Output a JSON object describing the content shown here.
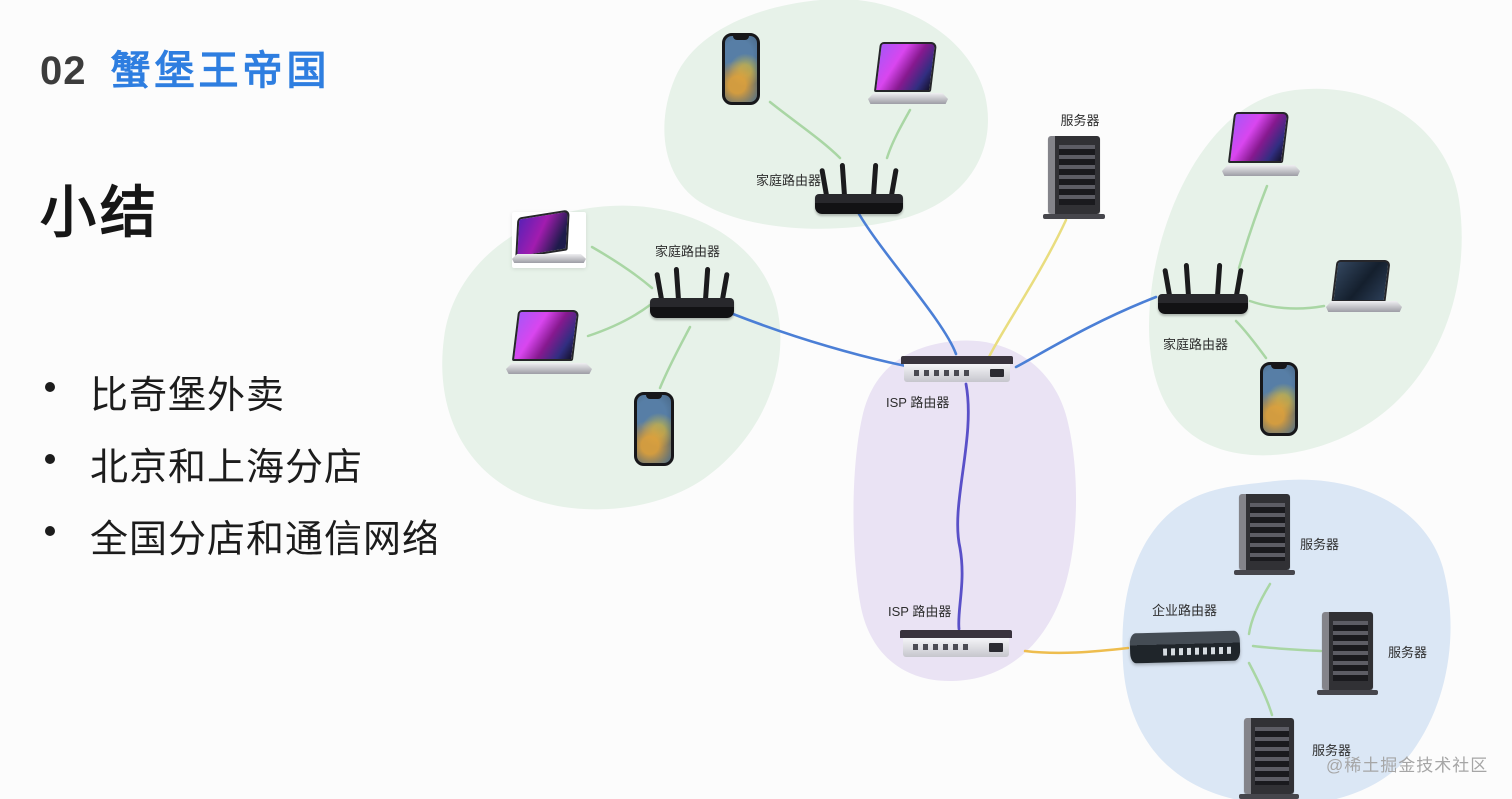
{
  "slide": {
    "section_number": "02",
    "section_title": "蟹堡王帝国",
    "heading": "小结",
    "bullets": [
      "比奇堡外卖",
      "北京和上海分店",
      "全国分店和通信网络"
    ]
  },
  "watermark": "@稀土掘金技术社区",
  "colors": {
    "accent_blue": "#2e7ee0",
    "blob_home_lan": "#e7f2e9",
    "blob_isp": "#eae3f4",
    "blob_enterprise": "#dbe7f5",
    "line_lan_green": "#a9d6a4",
    "line_wan_blue": "#4b7fd6",
    "line_server_yellow": "#e9dd7f",
    "line_isp_purple": "#5a50c8",
    "line_enterprise_orange": "#eebd4e"
  },
  "diagram": {
    "home_network_top": {
      "router_label": "家庭路由器"
    },
    "home_network_left": {
      "router_label": "家庭路由器"
    },
    "home_network_right": {
      "router_label": "家庭路由器"
    },
    "standalone_server": {
      "label": "服务器"
    },
    "isp": {
      "router_top_label": "ISP 路由器",
      "router_bottom_label": "ISP 路由器"
    },
    "enterprise": {
      "router_label": "企业路由器",
      "server_labels": [
        "服务器",
        "服务器",
        "服务器"
      ]
    }
  }
}
